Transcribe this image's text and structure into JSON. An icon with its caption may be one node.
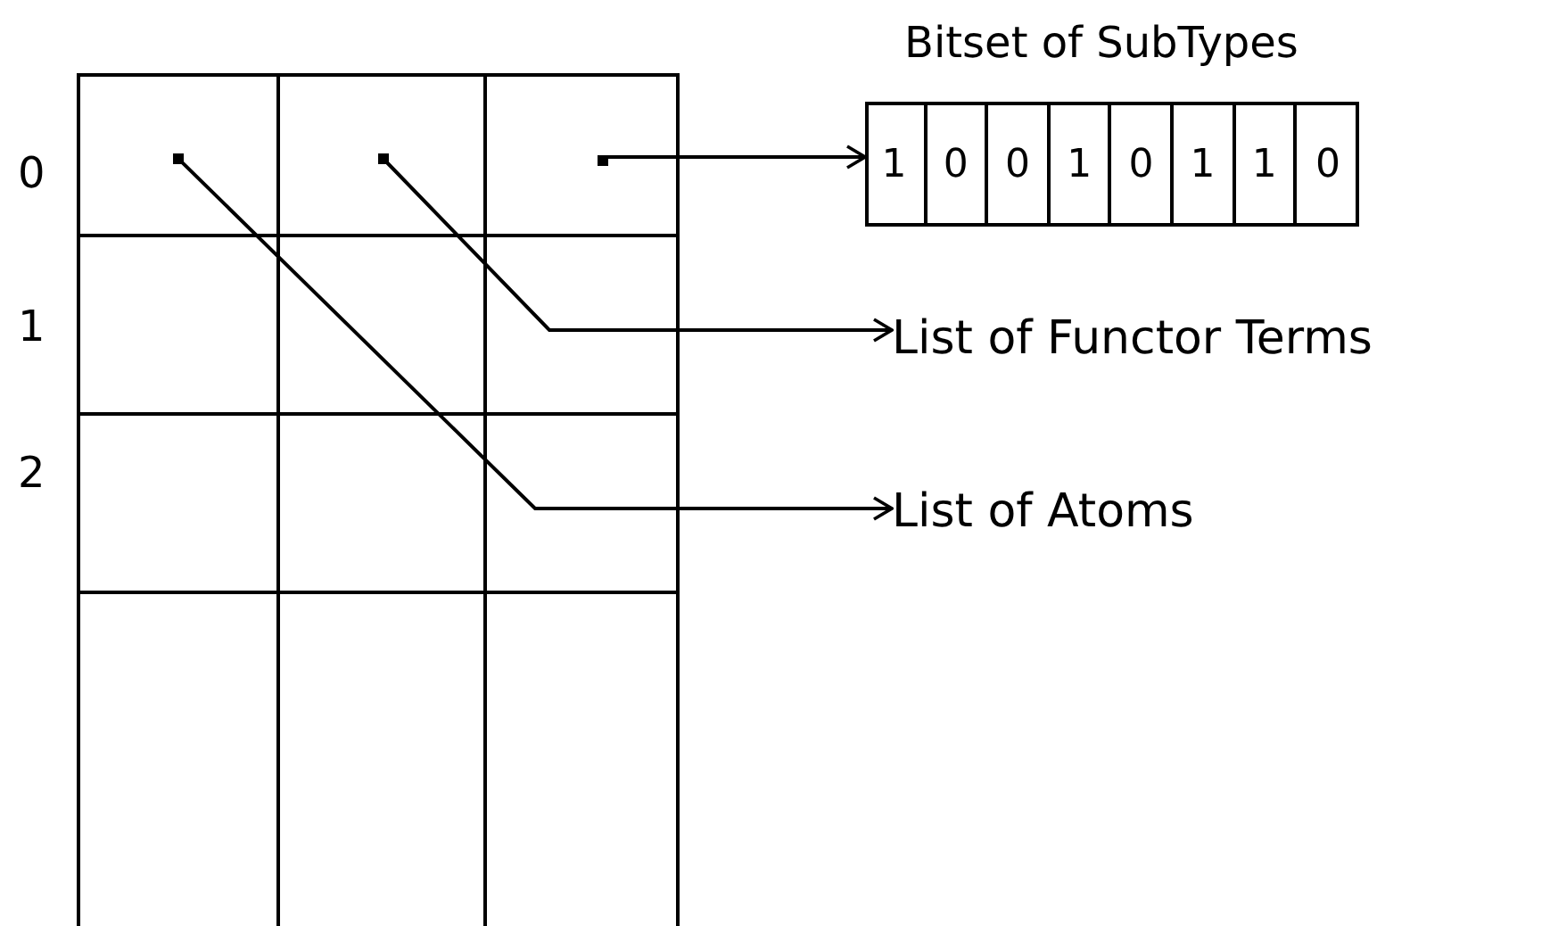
{
  "diagram": {
    "nodes": [
      {
        "text": [],
        "shape": "box"
      },
      {
        "text": [],
        "shape": "box",
        "in": 0
      },
      {
        "text": [],
        "shape": "box",
        "in": 0
      },
      {
        "text": [],
        "shape": "box",
        "in": 0
      },
      {
        "text": [
          "Bitset of SubTypes"
        ]
      },
      {
        "text": [
          "1"
        ],
        "in": 4
      },
      {
        "text": [
          "0"
        ],
        "in": 4
      },
      {
        "text": [
          "0"
        ],
        "in": 4
      },
      {
        "text": [
          "1"
        ],
        "in": 4
      },
      {
        "text": [
          "0"
        ],
        "in": 4
      },
      {
        "text": [
          "1"
        ],
        "in": 4
      },
      {
        "text": [
          "1"
        ],
        "in": 4
      },
      {
        "text": [
          "0"
        ],
        "in": 4
      },
      {
        "text": [
          "List of Functor Terms"
        ]
      },
      {
        "text": [
          "List of Atoms"
        ]
      }
    ],
    "edges": [
      {
        "from": 3,
        "to": 4,
        "arrow": "to"
      },
      {
        "from": 2,
        "to": 13,
        "arrow": "to"
      },
      {
        "from": 1,
        "to": 14,
        "arrow": "to"
      }
    ],
    "labels": [
      "0",
      "1",
      "2"
    ]
  }
}
